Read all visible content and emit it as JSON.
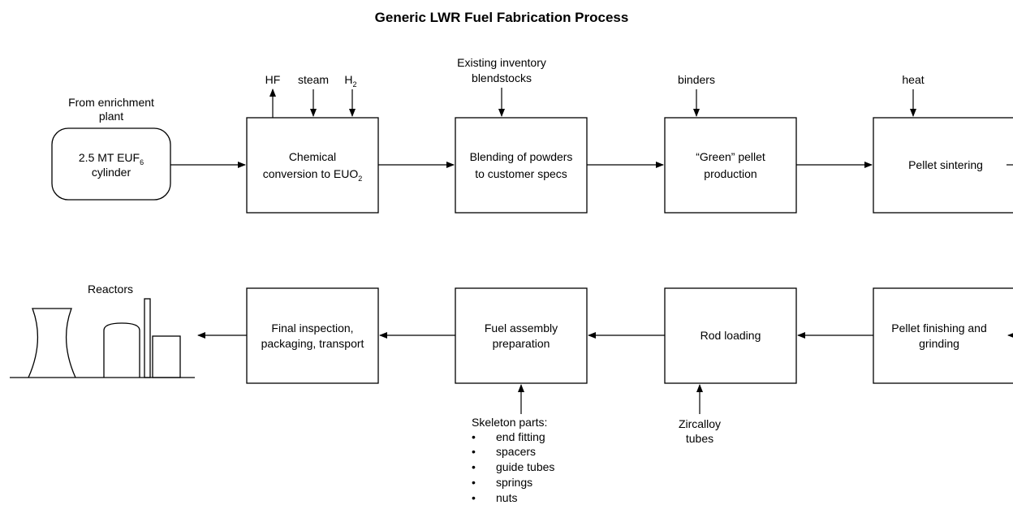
{
  "title": "Generic LWR Fuel Fabrication Process",
  "source": {
    "line1": "From enrichment",
    "line2": "plant"
  },
  "cylinder": {
    "line1_pre": "2.5 MT EUF",
    "line1_sub": "6",
    "line2": "cylinder"
  },
  "inputs": {
    "hf": "HF",
    "steam": "steam",
    "h2_pre": "H",
    "h2_sub": "2",
    "inventory_line1": "Existing inventory",
    "inventory_line2": "blendstocks",
    "binders": "binders",
    "heat": "heat",
    "zircalloy_line1": "Zircalloy",
    "zircalloy_line2": "tubes",
    "skeleton_title": "Skeleton parts:",
    "skeleton_items": [
      "end fitting",
      "spacers",
      "guide tubes",
      "springs",
      "nuts"
    ],
    "bullet": "•"
  },
  "steps": {
    "conversion_line1": "Chemical",
    "conversion_line2_pre": "conversion to EUO",
    "conversion_line2_sub": "2",
    "blending_line1": "Blending of powders",
    "blending_line2": "to customer specs",
    "green_line1": "“Green” pellet",
    "green_line2": "production",
    "sintering": "Pellet sintering",
    "finishing_line1": "Pellet finishing and",
    "finishing_line2": "grinding",
    "rod_loading": "Rod loading",
    "assembly_line1": "Fuel assembly",
    "assembly_line2": "preparation",
    "inspection_line1": "Final inspection,",
    "inspection_line2": "packaging, transport"
  },
  "reactors": "Reactors"
}
